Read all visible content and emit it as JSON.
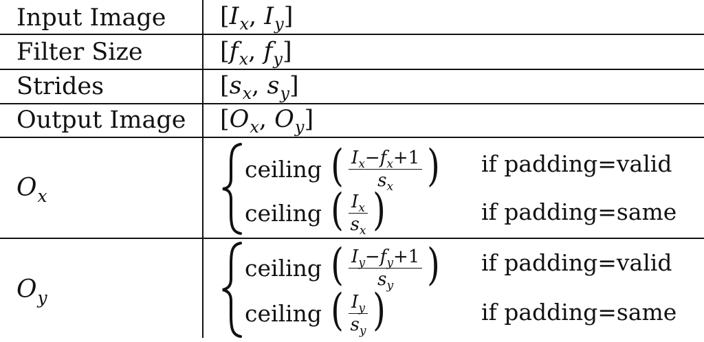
{
  "rows": [
    {
      "label": "Input Image",
      "var": "I",
      "sub_x": "x",
      "sub_y": "y"
    },
    {
      "label": "Filter Size",
      "var": "f",
      "sub_x": "x",
      "sub_y": "y"
    },
    {
      "label": "Strides",
      "var": "s",
      "sub_x": "x",
      "sub_y": "y"
    },
    {
      "label": "Output Image",
      "var": "O",
      "sub_x": "x",
      "sub_y": "y"
    }
  ],
  "punct": {
    "open": "[",
    "close": "]",
    "comma": ", "
  },
  "formulas": {
    "ox": {
      "var": "O",
      "sub": "x",
      "case1": {
        "fn": "ceiling",
        "num_a": "I",
        "num_a_sub": "x",
        "minus": "−",
        "num_b": "f",
        "num_b_sub": "x",
        "plus_one": "+1",
        "den": "s",
        "den_sub": "x",
        "cond": "if padding=valid"
      },
      "case2": {
        "fn": "ceiling",
        "num": "I",
        "num_sub": "x",
        "den": "s",
        "den_sub": "x",
        "cond": "if padding=same"
      }
    },
    "oy": {
      "var": "O",
      "sub": "y",
      "case1": {
        "fn": "ceiling",
        "num_a": "I",
        "num_a_sub": "y",
        "minus": "−",
        "num_b": "f",
        "num_b_sub": "y",
        "plus_one": "+1",
        "den": "s",
        "den_sub": "y",
        "cond": "if padding=valid"
      },
      "case2": {
        "fn": "ceiling",
        "num": "I",
        "num_sub": "y",
        "den": "s",
        "den_sub": "y",
        "cond": "if padding=same"
      }
    }
  },
  "parens": {
    "open": "(",
    "close": ")"
  }
}
